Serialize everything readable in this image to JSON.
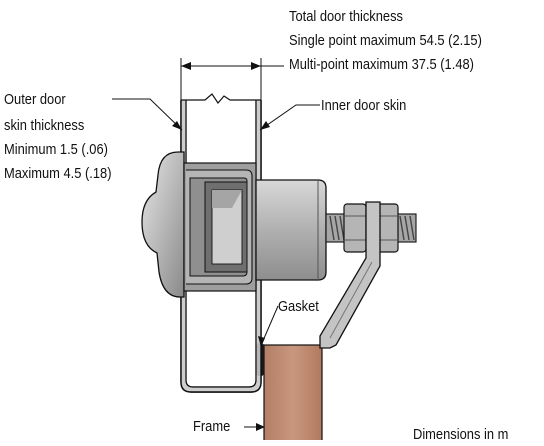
{
  "labels": {
    "total_door_thickness": "Total door thickness",
    "single_point_max": "Single point maximum 54.5 (2.15)",
    "multi_point_max": "Multi-point maximum 37.5 (1.48)",
    "outer_skin_line1": "Outer door",
    "outer_skin_line2": "skin thickness",
    "outer_skin_min": "Minimum 1.5 (.06)",
    "outer_skin_max": "Maximum 4.5 (.18)",
    "inner_door_skin": "Inner door skin",
    "gasket": "Gasket",
    "frame": "Frame",
    "dimensions_note": "Dimensions in m"
  },
  "colors": {
    "metal_light": "#d0d0d0",
    "metal_mid": "#a9a9a9",
    "metal_dark": "#7a7a7a",
    "frame_fill": "#c08c72",
    "gasket": "#1a1a1a",
    "line": "#111111"
  }
}
